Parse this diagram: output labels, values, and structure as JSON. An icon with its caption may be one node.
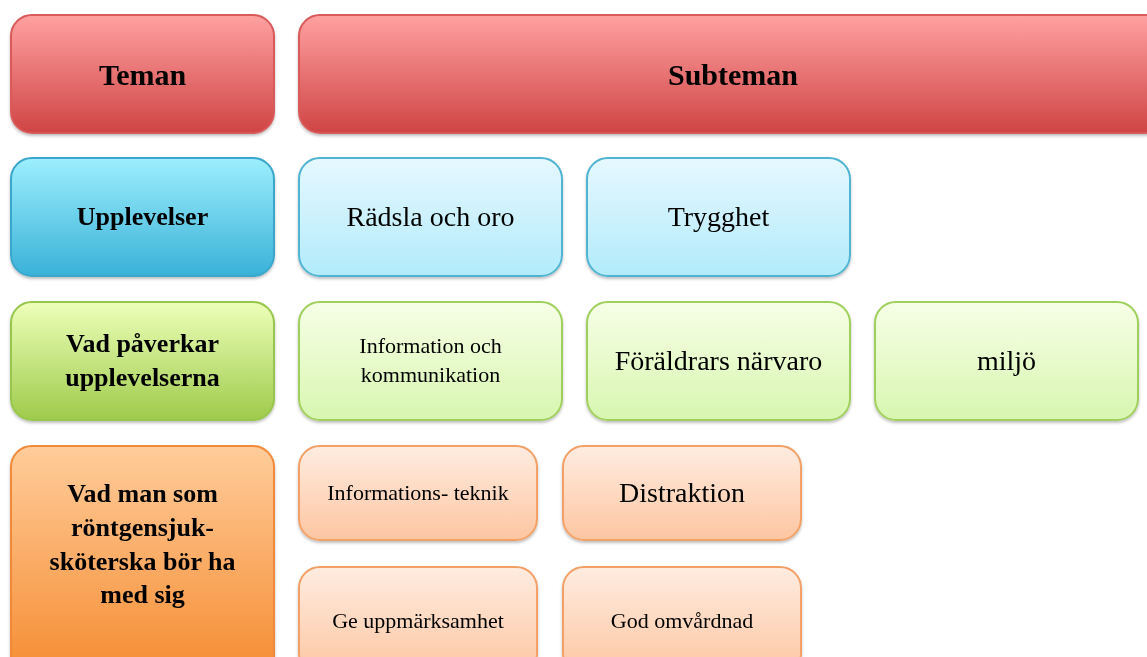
{
  "diagram": {
    "nodes": [
      {
        "text": [
          "Teman"
        ]
      },
      {
        "text": [
          "Subteman"
        ]
      },
      {
        "text": [
          "Upplevelser"
        ]
      },
      {
        "text": [
          "Rädsla och oro"
        ]
      },
      {
        "text": [
          "Trygghet"
        ]
      },
      {
        "text": [
          "Vad påverkar upplevelserna"
        ]
      },
      {
        "text": [
          "Information och kommunikation"
        ]
      },
      {
        "text": [
          "Föräldrars närvaro"
        ]
      },
      {
        "text": [
          "miljö"
        ]
      },
      {
        "text": [
          "Vad man som röntgensjuk- sköterska bör ha med sig"
        ]
      },
      {
        "text": [
          "Informations- teknik"
        ]
      },
      {
        "text": [
          "Distraktion"
        ]
      },
      {
        "text": [
          "Ge uppmärksamhet"
        ]
      },
      {
        "text": [
          "God omvårdnad"
        ]
      }
    ]
  }
}
